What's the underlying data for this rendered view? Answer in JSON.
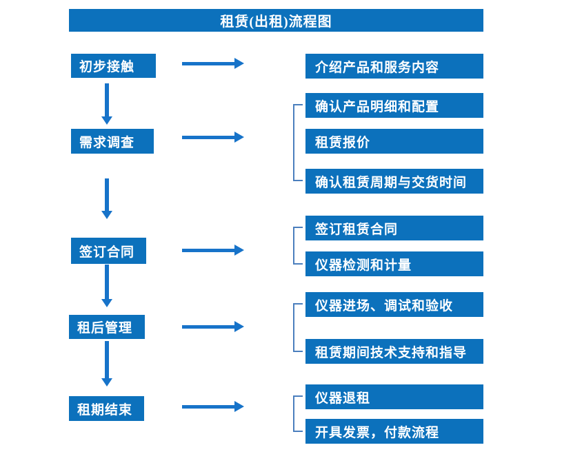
{
  "title": "租赁(出租)流程图",
  "colors": {
    "background": "#ffffff",
    "box_blue": "#0c71bc",
    "arrow_blue": "#1773c9",
    "bracket_blue": "#4a7ebd",
    "text_white": "#ffffff"
  },
  "steps": [
    {
      "label": "初步接触",
      "details": [
        "介绍产品和服务内容"
      ]
    },
    {
      "label": "需求调查",
      "details": [
        "确认产品明细和配置",
        "租赁报价",
        "确认租赁周期与交货时间"
      ]
    },
    {
      "label": "签订合同",
      "details": [
        "签订租赁合同",
        "仪器检测和计量"
      ]
    },
    {
      "label": "租后管理",
      "details": [
        "仪器进场、调试和验收",
        "租赁期间技术支持和指导"
      ]
    },
    {
      "label": "租期结束",
      "details": [
        "仪器退租",
        "开具发票，付款流程"
      ]
    }
  ]
}
